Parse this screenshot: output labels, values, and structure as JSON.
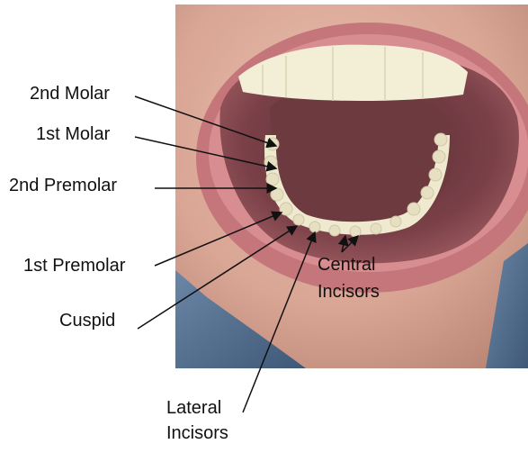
{
  "labels": {
    "second_molar": "2nd Molar",
    "first_molar": "1st Molar",
    "second_premolar": "2nd Premolar",
    "first_premolar": "1st Premolar",
    "cuspid": "Cuspid",
    "lateral_incisors": [
      "Lateral",
      "Incisors"
    ],
    "central_incisors": [
      "Central",
      "Incisors"
    ]
  }
}
